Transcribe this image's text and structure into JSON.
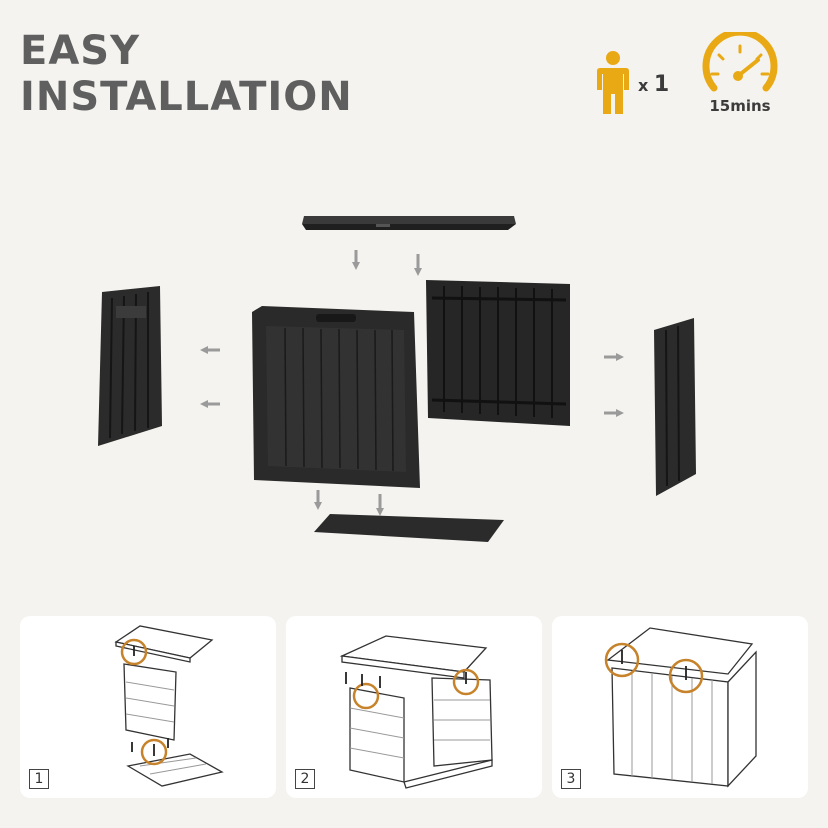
{
  "heading": {
    "line1": "EASY",
    "line2": "INSTALLATION"
  },
  "badges": {
    "people_prefix": "x",
    "people_count": "1",
    "time": "15mins"
  },
  "colors": {
    "accent": "#e9a914",
    "title": "#5f5f5f",
    "panel": "#2b2b2b",
    "arrow": "#9a9a9a",
    "circle": "#c6832b"
  },
  "icons": {
    "people": "person-icon",
    "time": "gauge-icon"
  },
  "steps": [
    {
      "label": "1"
    },
    {
      "label": "2"
    },
    {
      "label": "3"
    }
  ]
}
